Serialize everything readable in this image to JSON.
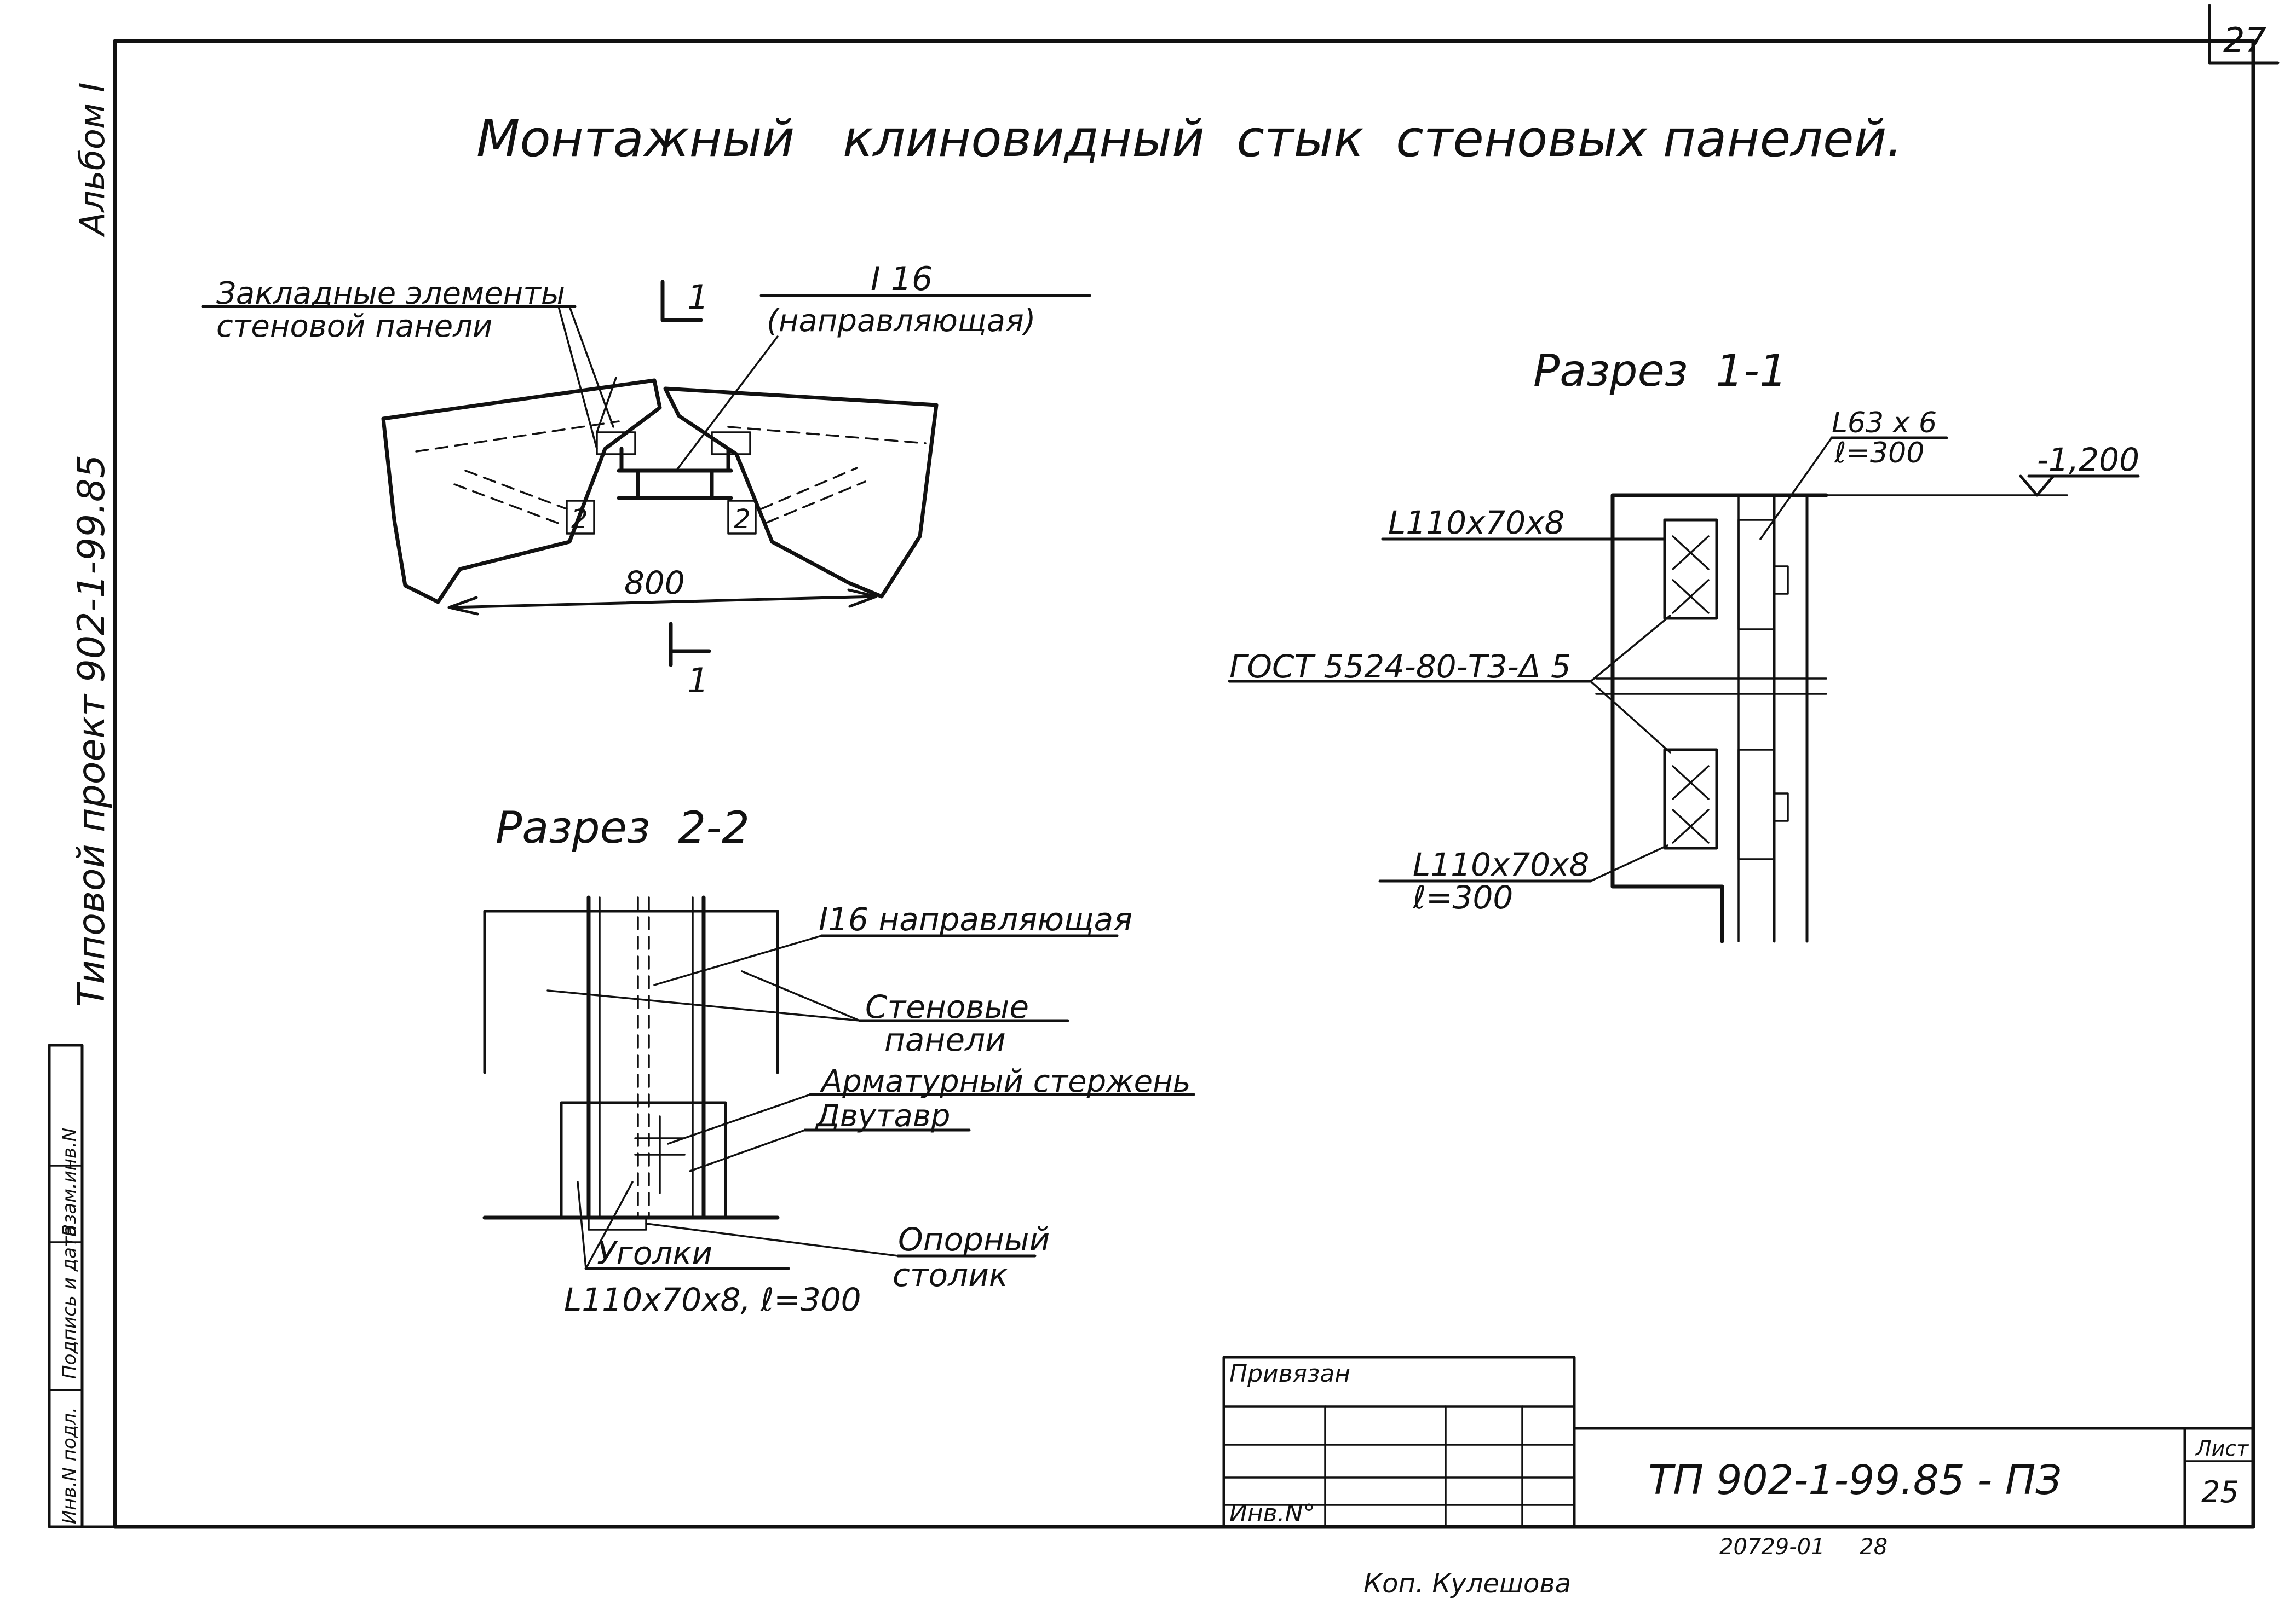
{
  "sheet": {
    "page_number": "27",
    "title": "Монтажный   клиновидный  стык  стеновых панелей.",
    "side_album": "Альбом I",
    "side_project": "Типовой проект 902-1-99.85",
    "side_stamps": [
      "Инв.N подл.",
      "Подпись и дата",
      "Взам.инв.N"
    ],
    "footer_code": "20729-01     28",
    "copyist": "Коп. Кулешова"
  },
  "plan_view": {
    "embedded_label_1": "Закладные элементы",
    "embedded_label_2": "стеновой панели",
    "beam_label": "I 16",
    "beam_note": "(направляющая)",
    "section_mark": "1",
    "section_mark_bottom": "1",
    "marker_left": "2",
    "marker_right": "2",
    "dimension": "800"
  },
  "section_1_1": {
    "title": "Разрез  1-1",
    "angle_top": "L63 x 6",
    "angle_top_len": "ℓ=300",
    "level": "-1,200",
    "angle_upper": "L110x70x8",
    "weld": "ГОСТ 5524-80-Т3-Δ 5",
    "angle_lower": "L110x70x8",
    "angle_lower_len": "ℓ=300"
  },
  "section_2_2": {
    "title": "Разрез  2-2",
    "beam": "I16 направляющая",
    "panels_1": "Стеновые",
    "panels_2": "панели",
    "rebar": "Арматурный стержень",
    "ibeam": "Двутавр",
    "angles": "Уголки",
    "angles_spec": "L110x70x8, ℓ=300",
    "support_1": "Опорный",
    "support_2": "столик"
  },
  "title_block": {
    "bound": "Привязан",
    "inv": "Инв.N°",
    "designation": "ТП 902-1-99.85 - ПЗ",
    "sheet_label": "Лист",
    "sheet_number": "25"
  }
}
